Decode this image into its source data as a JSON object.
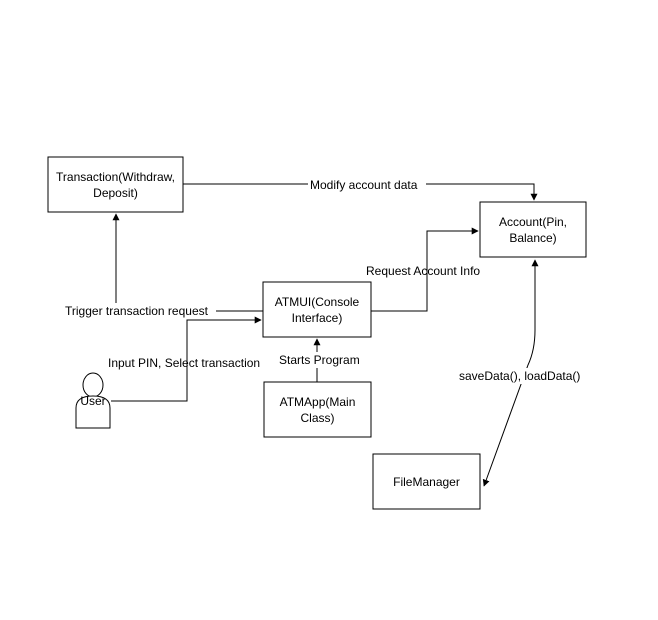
{
  "nodes": {
    "transaction": {
      "lines": [
        "Transaction(Withdraw,",
        "Deposit)"
      ]
    },
    "account": {
      "lines": [
        "Account(Pin,",
        "Balance)"
      ]
    },
    "atmui": {
      "lines": [
        "ATMUI(Console",
        "Interface)"
      ]
    },
    "atmapp": {
      "lines": [
        "ATMApp(Main",
        "Class)"
      ]
    },
    "filemanager": {
      "lines": [
        "FileManager"
      ]
    },
    "user": {
      "label": "User"
    }
  },
  "edges": {
    "modify_account": "Modify account data",
    "request_account": "Request Account Info",
    "trigger_transaction": "Trigger transaction request",
    "input_pin": "Input PIN, Select transaction",
    "starts_program": "Starts Program",
    "save_load": "saveData(), loadData()"
  }
}
